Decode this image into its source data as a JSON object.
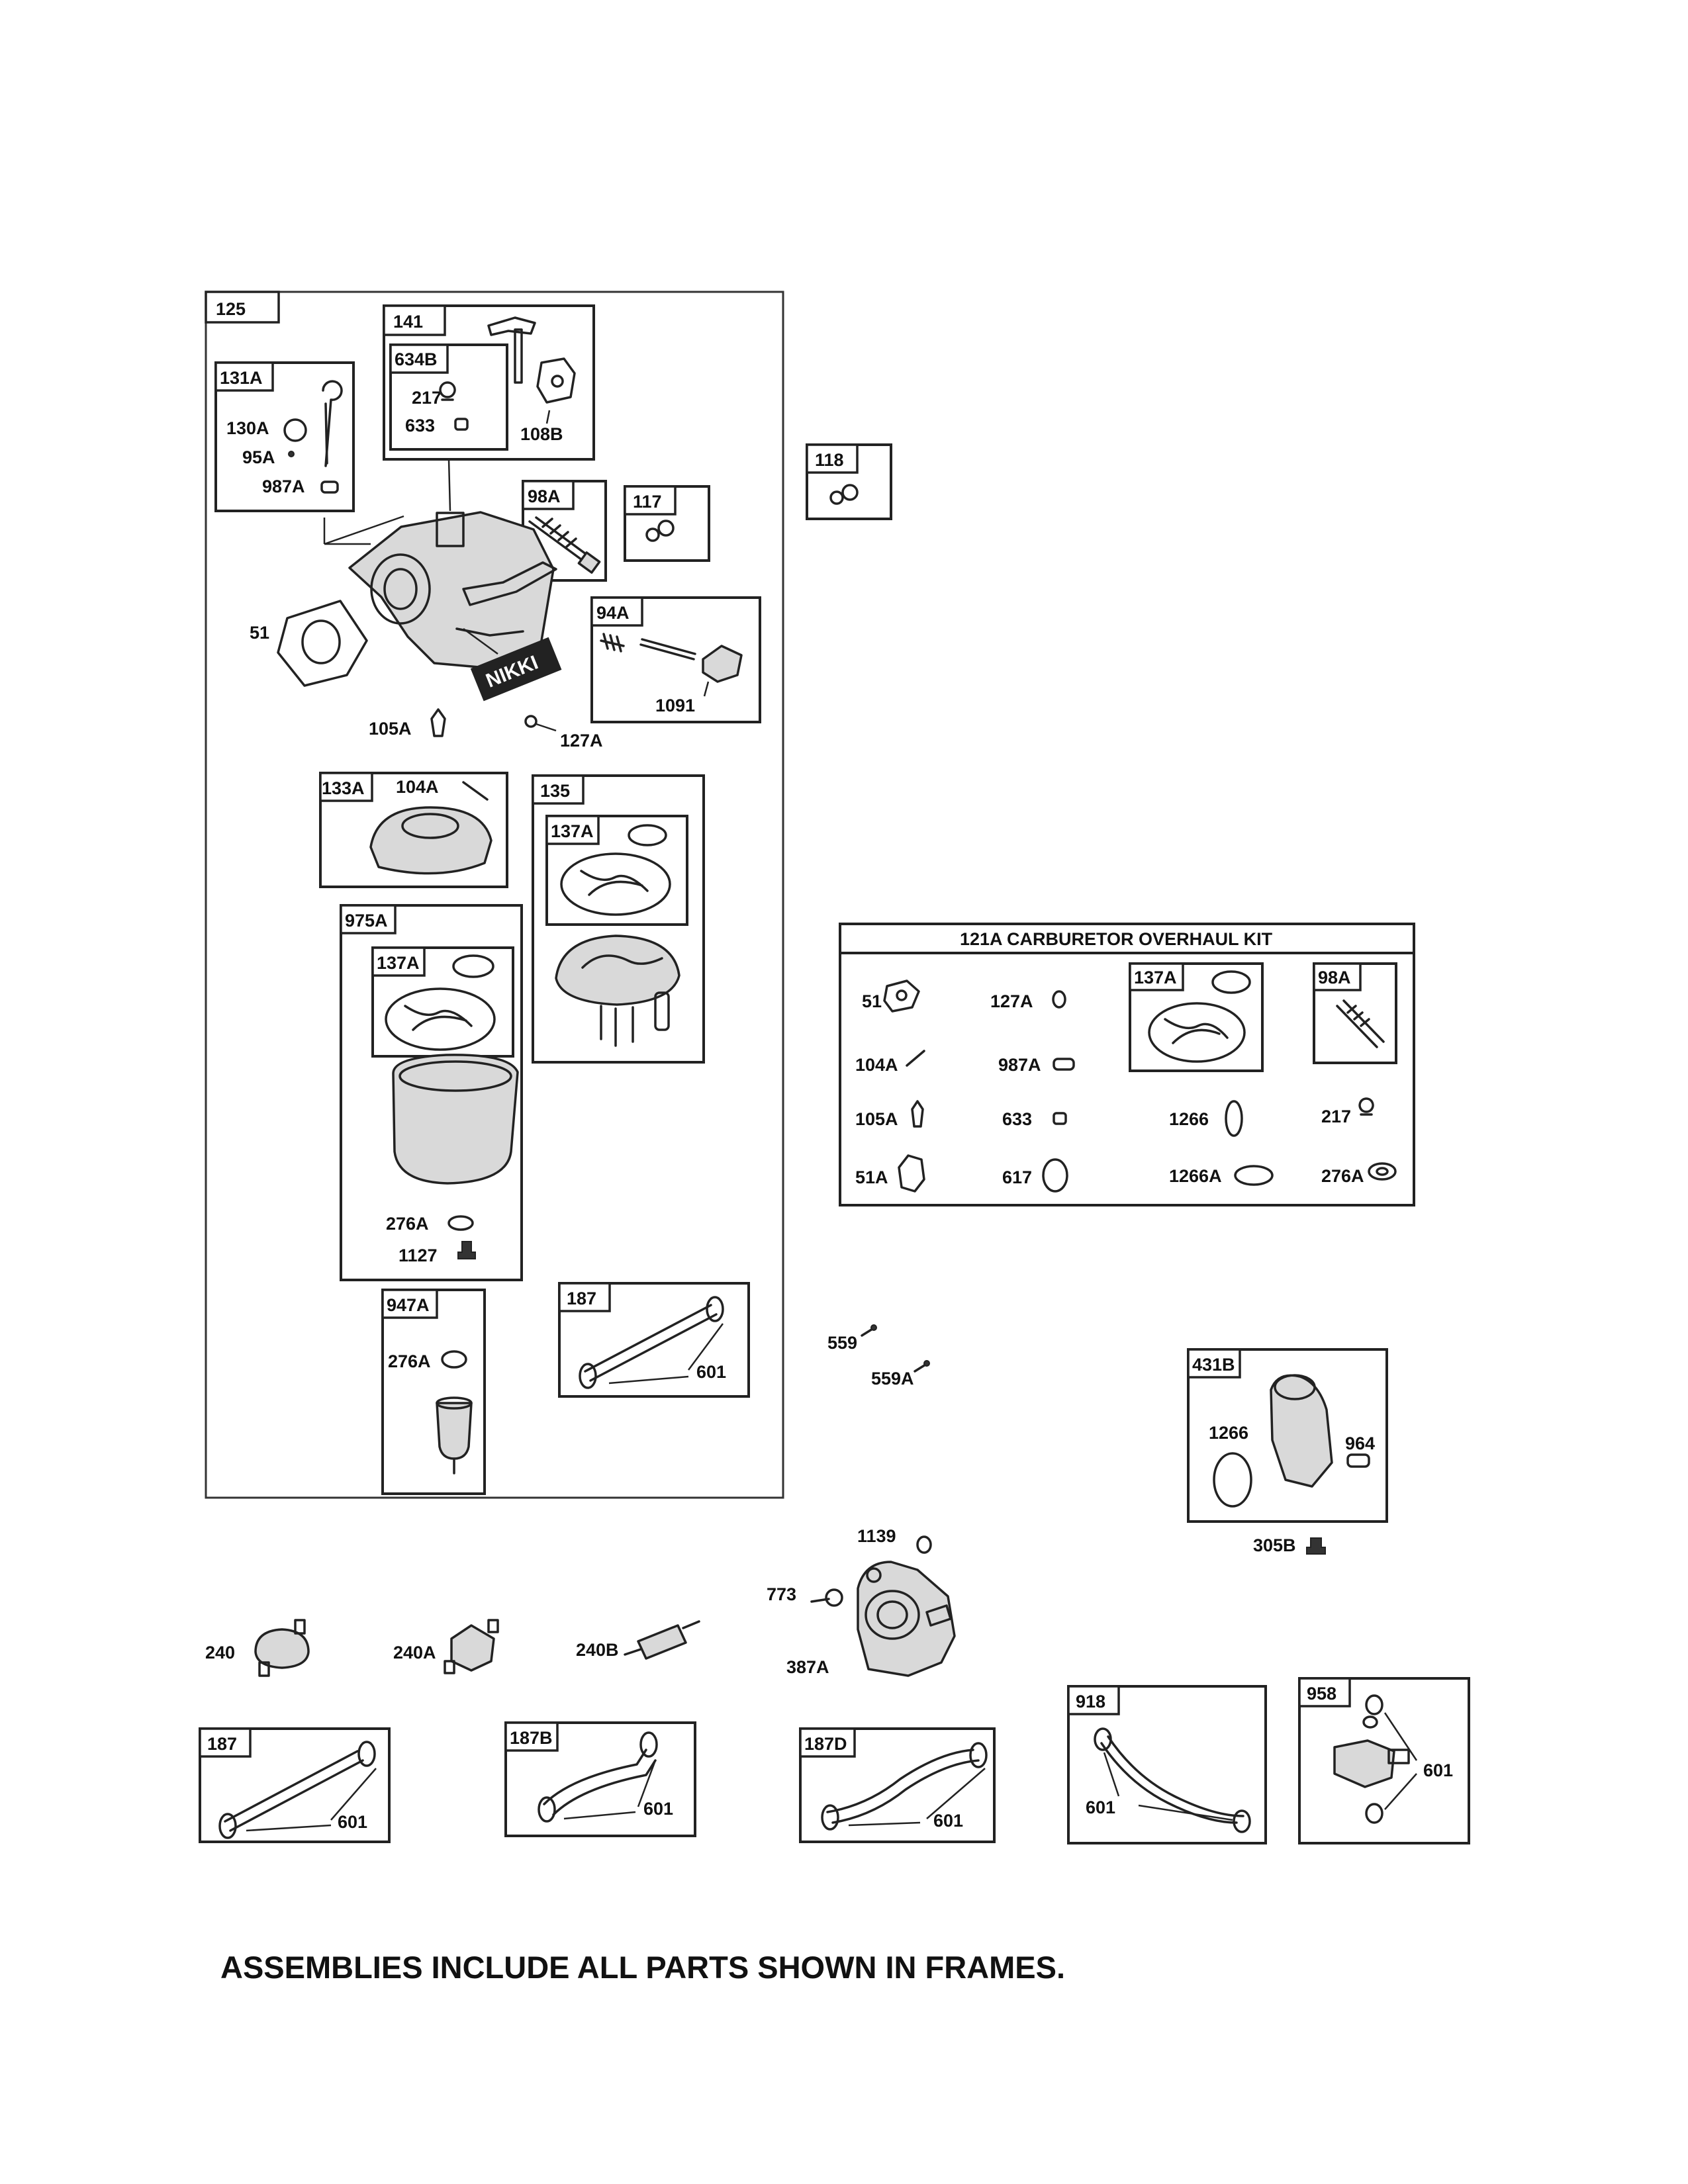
{
  "kit": {
    "title": "121A CARBURETOR OVERHAUL KIT"
  },
  "tags": {
    "t125": "125",
    "t141": "141",
    "t634B": "634B",
    "t131A": "131A",
    "t98A": "98A",
    "t117": "117",
    "t118": "118",
    "t94A": "94A",
    "t133A": "133A",
    "t135": "135",
    "t137A_135": "137A",
    "t975A": "975A",
    "t137A_975A": "137A",
    "t947A": "947A",
    "t187_top": "187",
    "t431B": "431B",
    "t187_bot": "187",
    "t187B": "187B",
    "t187D": "187D",
    "t918": "918",
    "t958": "958",
    "t137A_kit": "137A",
    "t98A_kit": "98A"
  },
  "labels": {
    "l217": "217",
    "l633": "633",
    "l108B": "108B",
    "l130A": "130A",
    "l95A": "95A",
    "l987A": "987A",
    "l51": "51",
    "l105A": "105A",
    "l127A": "127A",
    "l1091": "1091",
    "l104A": "104A",
    "l276A_975": "276A",
    "l1127": "1127",
    "l276A_947": "276A",
    "l601_187top": "601",
    "l559": "559",
    "l559A": "559A",
    "l1266_431": "1266",
    "l964": "964",
    "l305B": "305B",
    "l1139": "1139",
    "l773": "773",
    "l387A": "387A",
    "l240": "240",
    "l240A": "240A",
    "l240B": "240B",
    "l601_187": "601",
    "l601_187B": "601",
    "l601_187D": "601",
    "l601_918": "601",
    "l601_958": "601",
    "k51": "51",
    "k127A": "127A",
    "k104A": "104A",
    "k987A": "987A",
    "k105A": "105A",
    "k633": "633",
    "k1266": "1266",
    "k217": "217",
    "k51A": "51A",
    "k617": "617",
    "k1266A": "1266A",
    "k276A": "276A"
  },
  "brand": "NIKKI",
  "footer": "ASSEMBLIES INCLUDE ALL PARTS SHOWN IN FRAMES."
}
